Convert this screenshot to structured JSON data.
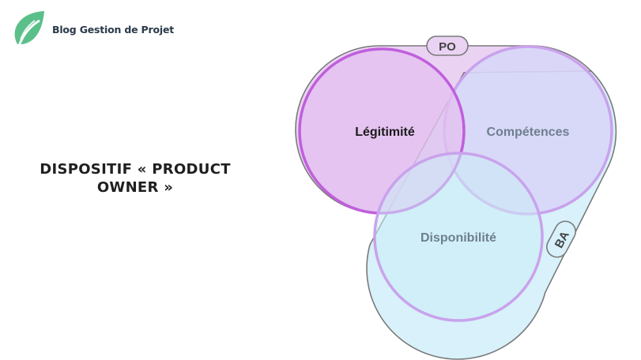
{
  "brand": {
    "name": "Blog Gestion de Projet",
    "logo": "leaf-logo-icon",
    "color": "#5bbf8a"
  },
  "heading": {
    "line1": "DISPOSITIF « PRODUCT",
    "line2": "OWNER »"
  },
  "diagram": {
    "circles": {
      "legitimite": "Légitimité",
      "competences": "Compétences",
      "disponibilite": "Disponibilité"
    },
    "groups": {
      "po": "PO",
      "ba": "BA"
    },
    "colors": {
      "po_fill": "#ead2f3",
      "ba_fill": "#d8f1fa",
      "legitimite_stroke": "#c05fdc",
      "circle_stroke": "#c9a2ec",
      "competences_fill": "#d8d6f7",
      "label_dark": "#1b1b1b",
      "label_gray": "#6e7f8e"
    }
  }
}
